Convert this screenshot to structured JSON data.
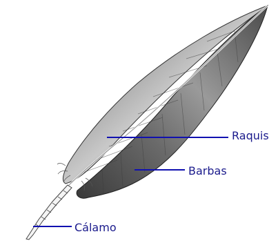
{
  "labels": {
    "raquis": "Raquis",
    "barbas": "Barbas",
    "calamo": "Cálamo"
  },
  "colors": {
    "label_text": "#1a1a8c",
    "leader_line": "#1010b0",
    "feather_dark": "#2a2a2a",
    "feather_light": "#d9d9d9"
  }
}
